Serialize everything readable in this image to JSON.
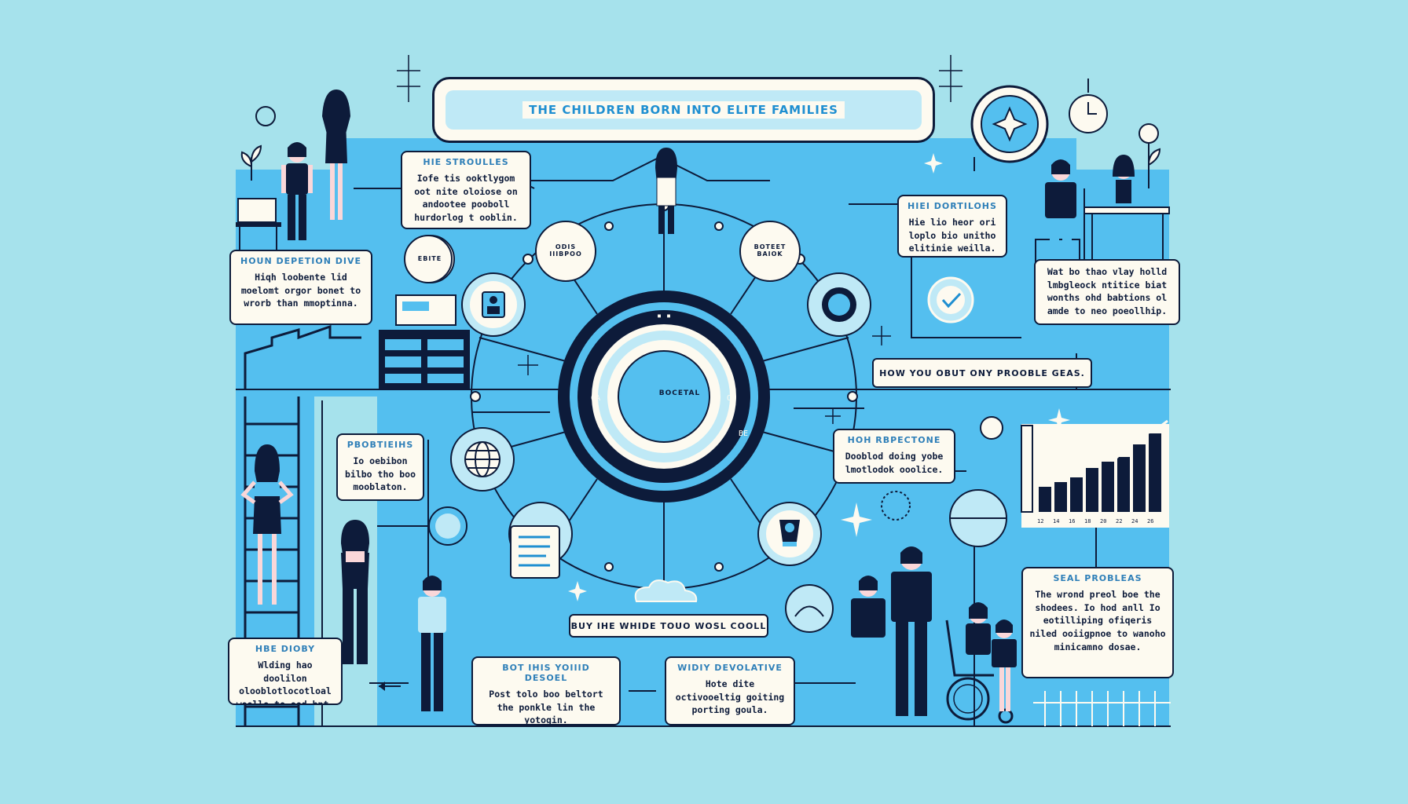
{
  "title": "THE CHILDREN BORN INTO ELITE FAMILIES",
  "hub_label": "BOCETAL",
  "cards": [
    {
      "id": "top-left",
      "title": "HIE STROULLES",
      "body": "Iofe tis ooktlygom oot nite oloiose on andootee pooboll hurdorlog t ooblin."
    },
    {
      "id": "left-1",
      "title": "HOUN DEPETION DIVE",
      "body": "Hiqh loobente lid moelomt orgor bonet to wrorb than mmoptinna."
    },
    {
      "id": "right-1",
      "title": "HIEI DORTILOHS",
      "body": "Hie lio heor ori loplo bio unitho elitinie weilla."
    },
    {
      "id": "right-2",
      "title": "",
      "body": "Wat bo thao vlay holld lmbgleock ntitice biat wonths ohd babtions ol amde to neo poeollhip."
    },
    {
      "id": "mid-left",
      "title": "PBOBTIEIHS",
      "body": "Io oebibon bilbo tho boo mooblaton."
    },
    {
      "id": "mid-right",
      "title": "HOH RBPECTONE",
      "body": "Dooblod doing yobe lmotlodok ooolice."
    },
    {
      "id": "bottom-left",
      "title": "HBE DIOBY",
      "body": "Wlding hao doolilon olooblotlocotloal woollo to ood bpt."
    },
    {
      "id": "bottom-c1",
      "title": "BOT IHIS YOIIID DESOEL",
      "body": "Post tolo boo beltort the ponkle lin the yotogin."
    },
    {
      "id": "bottom-c2",
      "title": "WIDIY DEVOLATIVE",
      "body": "Hote dite octivooeltig goiting porting goula."
    },
    {
      "id": "bottom-right",
      "title": "SEAL PROBLEAS",
      "body": "The wrond preol boe the shodees. Io hod anll Io eotilliping ofiqeris niled ooiigpnoe to wanoho minicamno dosae."
    }
  ],
  "pills": [
    {
      "id": "how-you",
      "text": "HOW YOU OBUT ONY PROOBLE GEAS."
    },
    {
      "id": "buy-line",
      "text": "BUY IHE WHIDE TOUO WOSL COOLL"
    }
  ],
  "node_labels": [
    "ODIS IIIBPOO",
    "BOTEET BAIOK",
    "EBITE"
  ],
  "colors": {
    "background": "#a6e2ec",
    "panel": "#54bfef",
    "navy": "#0d1b3a",
    "card": "#fdfaf0",
    "accent": "#1f8fd1",
    "pink": "#f3a2bd"
  },
  "icons": [
    "compass-icon",
    "clock-icon",
    "globe-icon",
    "person-icon",
    "check-icon",
    "award-icon",
    "sparkle-icon",
    "plant-icon",
    "bar-chart-icon"
  ]
}
